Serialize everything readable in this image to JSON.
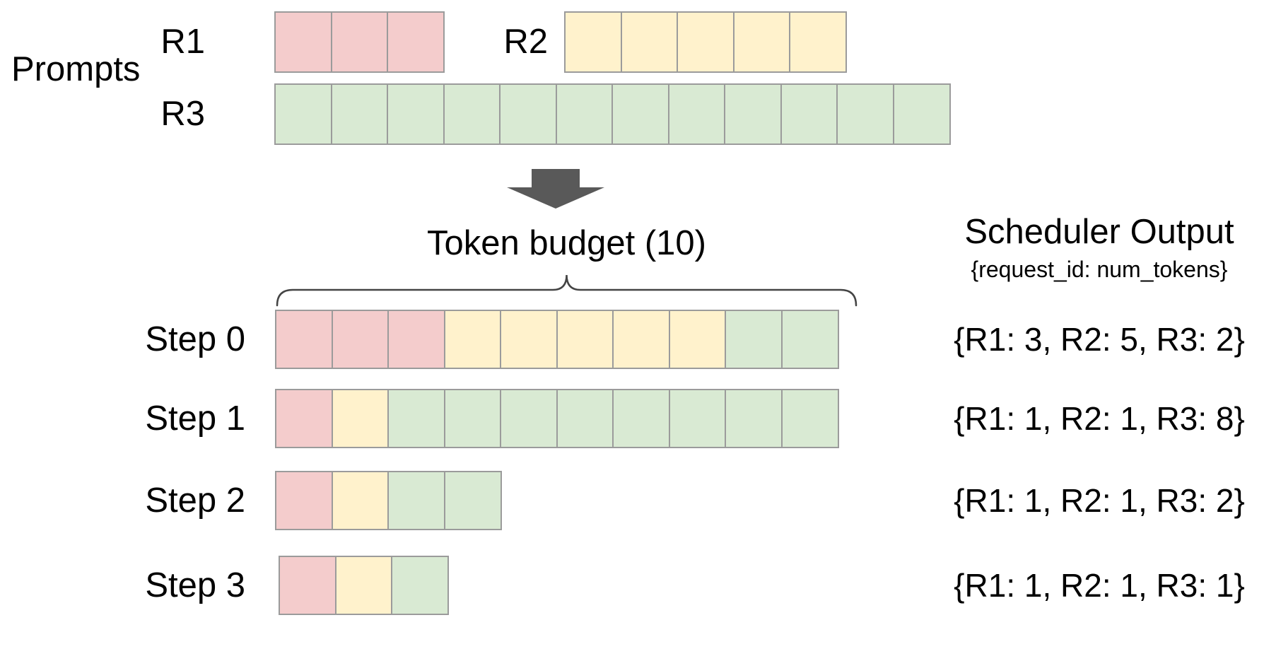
{
  "colors": {
    "r1_fill": "#f4cccc",
    "r2_fill": "#fff2cc",
    "r3_fill": "#d9ead3",
    "cell_border": "#9b9b9b",
    "arrow_fill": "#595959",
    "brace_stroke": "#444444",
    "text": "#000000"
  },
  "prompts": {
    "section_label": "Prompts",
    "requests": [
      {
        "id": "R1",
        "label": "R1",
        "num_tokens": 3
      },
      {
        "id": "R2",
        "label": "R2",
        "num_tokens": 5
      },
      {
        "id": "R3",
        "label": "R3",
        "num_tokens": 12
      }
    ]
  },
  "token_budget": {
    "label": "Token budget (10)",
    "value": 10
  },
  "scheduler": {
    "title": "Scheduler Output",
    "subtitle": "{request_id: num_tokens}"
  },
  "steps": [
    {
      "label": "Step 0",
      "segments": [
        {
          "request": "R1",
          "count": 3
        },
        {
          "request": "R2",
          "count": 5
        },
        {
          "request": "R3",
          "count": 2
        }
      ],
      "output": "{R1: 3, R2: 5, R3: 2}"
    },
    {
      "label": "Step 1",
      "segments": [
        {
          "request": "R1",
          "count": 1
        },
        {
          "request": "R2",
          "count": 1
        },
        {
          "request": "R3",
          "count": 8
        }
      ],
      "output": "{R1: 1, R2: 1, R3: 8}"
    },
    {
      "label": "Step 2",
      "segments": [
        {
          "request": "R1",
          "count": 1
        },
        {
          "request": "R2",
          "count": 1
        },
        {
          "request": "R3",
          "count": 2
        }
      ],
      "output": "{R1: 1, R2: 1, R3: 2}"
    },
    {
      "label": "Step 3",
      "segments": [
        {
          "request": "R1",
          "count": 1
        },
        {
          "request": "R2",
          "count": 1
        },
        {
          "request": "R3",
          "count": 1
        }
      ],
      "output": "{R1: 1, R2: 1, R3: 1}"
    }
  ]
}
